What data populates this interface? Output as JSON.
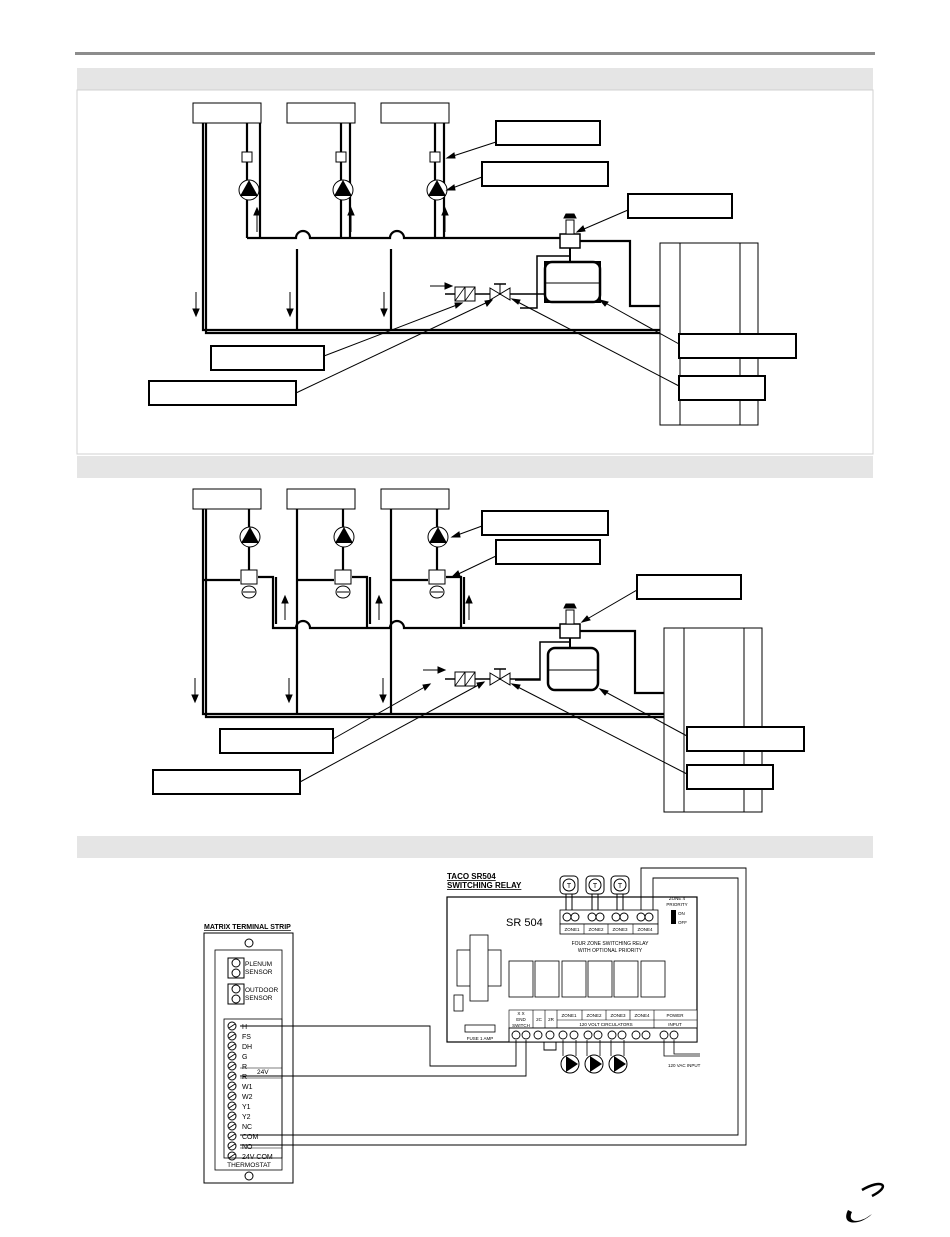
{
  "page": {
    "rule_color": "#8c8c8c",
    "band_color": "#e5e5e5",
    "line_color": "#000000"
  },
  "section1": {
    "header": "",
    "callouts": [
      "",
      "",
      "",
      "",
      "",
      "",
      ""
    ],
    "zones": 3
  },
  "section2": {
    "header": "",
    "callouts": [
      "",
      "",
      "",
      "",
      "",
      "",
      ""
    ],
    "zones": 3
  },
  "wiring": {
    "relay": {
      "title_line1": "TACO SR504",
      "title_line2": "SWITCHING RELAY",
      "model": "SR 504",
      "zone_terminals": [
        "ZONE1",
        "ZONE2",
        "ZONE3",
        "ZONE4"
      ],
      "priority_label_1": "ZONE 4",
      "priority_label_2": "PRIORITY",
      "priority_on": "ON",
      "priority_off": "OFF",
      "description_1": "FOUR ZONE SWITCHING RELAY",
      "description_2": "WITH OPTIONAL PRIORITY",
      "fuse": "FUSE 1 AMP",
      "end_switch_1": "X  X",
      "end_switch_2": "END",
      "end_switch_3": "SWITCH",
      "terminal_2c": "2C",
      "terminal_2r": "2R",
      "circulator_zones": [
        "ZONE1",
        "ZONE2",
        "ZONE3",
        "ZONE4"
      ],
      "power": "POWER",
      "circulators_caption": "120 VOLT CIRCULATORS",
      "input": "INPUT",
      "vac_input": "120 VAC INPUT",
      "thermostat_symbol": "T"
    },
    "strip": {
      "title": "MATRIX TERMINAL STRIP",
      "plenum_1": "PLENUM",
      "plenum_2": "SENSOR",
      "outdoor_1": "OUTDOOR",
      "outdoor_2": "SENSOR",
      "terminals": [
        "H",
        "FS",
        "DH",
        "G",
        "R",
        "R",
        "W1",
        "W2",
        "Y1",
        "Y2",
        "NC",
        "COM",
        "NO",
        "24V COM"
      ],
      "v24": "24V",
      "footer": "THERMOSTAT"
    }
  }
}
